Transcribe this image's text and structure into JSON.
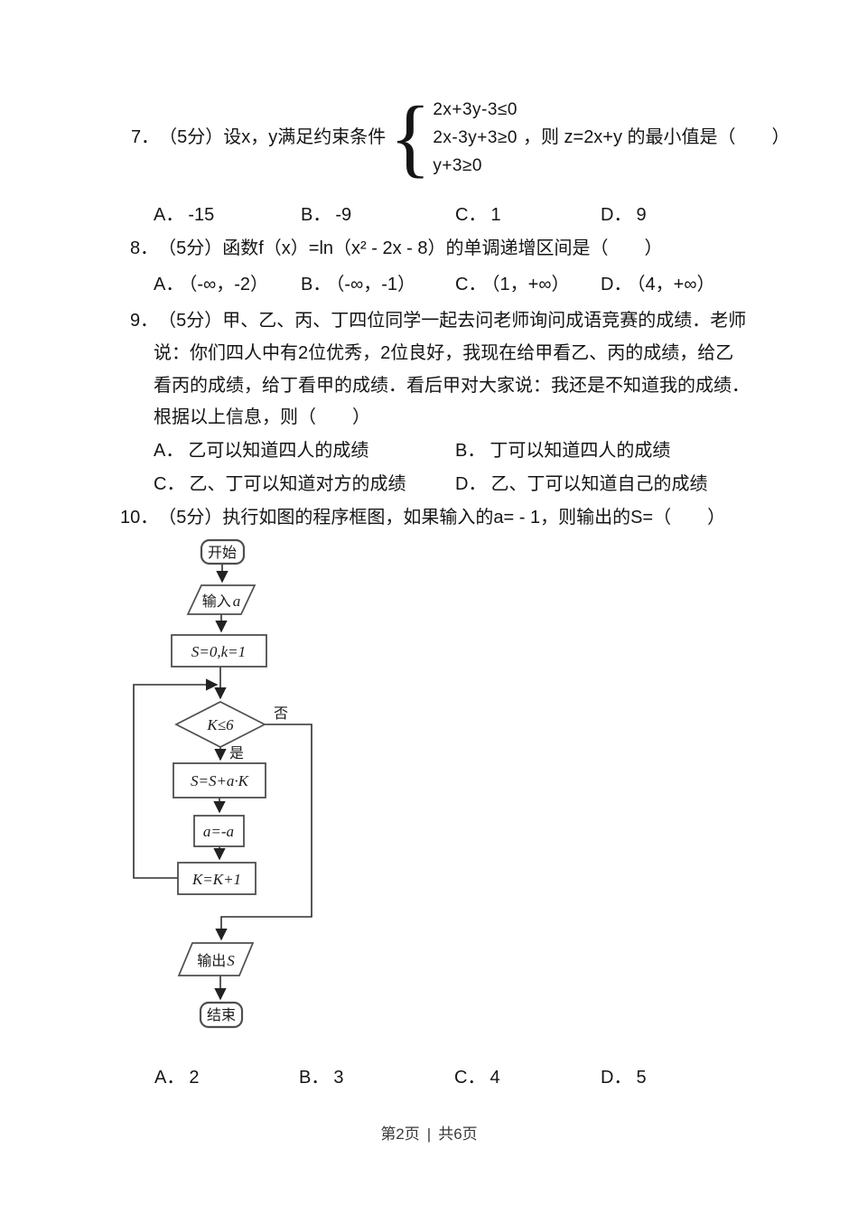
{
  "q7": {
    "number": "7．",
    "lead": "（5分）设x，y满足约束条件",
    "brace": "{",
    "constraints": [
      "2x+3y-3≤0",
      "2x-3y+3≥0",
      "y+3≥0"
    ],
    "tail": "，则 z=2x+y 的最小值是（　　）",
    "options": [
      {
        "label": "A．",
        "text": "-15"
      },
      {
        "label": "B．",
        "text": "-9"
      },
      {
        "label": "C．",
        "text": "1"
      },
      {
        "label": "D．",
        "text": "9"
      }
    ]
  },
  "q8": {
    "number": "8．",
    "text": "（5分）函数f（x）=ln（x² - 2x - 8）的单调递增区间是（　　）",
    "options": [
      {
        "label": "A．",
        "text": "（-∞，-2）"
      },
      {
        "label": "B．",
        "text": "（-∞，-1）"
      },
      {
        "label": "C．",
        "text": "（1，+∞）"
      },
      {
        "label": "D．",
        "text": "（4，+∞）"
      }
    ]
  },
  "q9": {
    "number": "9．",
    "lines": [
      "（5分）甲、乙、丙、丁四位同学一起去问老师询问成语竞赛的成绩．老师",
      "说：你们四人中有2位优秀，2位良好，我现在给甲看乙、丙的成绩，给乙",
      "看丙的成绩，给丁看甲的成绩．看后甲对大家说：我还是不知道我的成绩．",
      "根据以上信息，则（　　）"
    ],
    "options": [
      {
        "label": "A．",
        "text": "乙可以知道四人的成绩"
      },
      {
        "label": "B．",
        "text": "丁可以知道四人的成绩"
      },
      {
        "label": "C．",
        "text": "乙、丁可以知道对方的成绩"
      },
      {
        "label": "D．",
        "text": "乙、丁可以知道自己的成绩"
      }
    ]
  },
  "q10": {
    "number": "10．",
    "text": "（5分）执行如图的程序框图，如果输入的a= - 1，则输出的S=（　　）",
    "options": [
      {
        "label": "A．",
        "text": "2"
      },
      {
        "label": "B．",
        "text": "3"
      },
      {
        "label": "C．",
        "text": "4"
      },
      {
        "label": "D．",
        "text": "5"
      }
    ]
  },
  "flowchart": {
    "start": "开始",
    "input_label": "输入",
    "input_var": "a",
    "init": "S=0,k=1",
    "cond": "K≤6",
    "no": "否",
    "yes": "是",
    "step1": "S=S+a·K",
    "step2": "a=-a",
    "step3": "K=K+1",
    "output_label": "输出",
    "output_var": "S",
    "end": "结束"
  },
  "footer": {
    "page": "第2页",
    "sep": "|",
    "total": "共6页"
  }
}
